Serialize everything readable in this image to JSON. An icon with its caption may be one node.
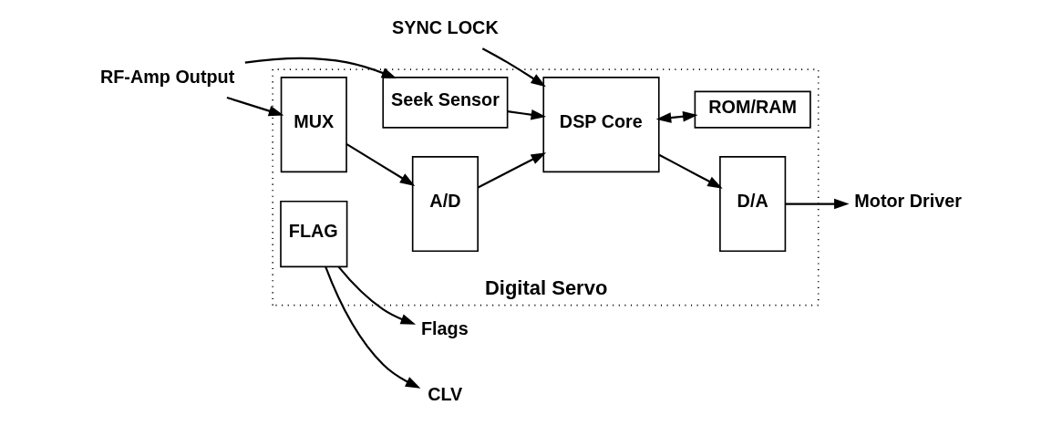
{
  "diagram": {
    "nodes": [
      {
        "text": [
          "Digital Servo"
        ]
      },
      {
        "text": [
          "RF-Amp Output"
        ]
      },
      {
        "text": [
          "MUX"
        ],
        "in": 0
      },
      {
        "text": [
          "A/D"
        ],
        "in": 0
      },
      {
        "text": [
          "DSP Core"
        ],
        "in": 0
      },
      {
        "text": [
          "D/A"
        ],
        "in": 0
      },
      {
        "text": [
          "Motor Driver"
        ]
      },
      {
        "text": [
          "SYNC LOCK"
        ]
      },
      {
        "text": [
          "Seek Sensor"
        ],
        "in": 0
      },
      {
        "text": [
          "ROM/RAM"
        ],
        "in": 0
      },
      {
        "text": [
          "FLAG"
        ],
        "in": 0
      },
      {
        "text": [
          "Flags"
        ]
      },
      {
        "text": [
          "CLV"
        ]
      }
    ],
    "edges": [
      {
        "from": 1,
        "to": 2,
        "arrow": "to"
      },
      {
        "from": 1,
        "to": 8,
        "arrow": "to"
      },
      {
        "from": 2,
        "to": 3,
        "arrow": "to"
      },
      {
        "from": 3,
        "to": 4,
        "arrow": "to"
      },
      {
        "from": 7,
        "to": 4,
        "arrow": "to"
      },
      {
        "from": 8,
        "to": 4,
        "arrow": "to"
      },
      {
        "from": 4,
        "to": 9,
        "arrow": "both"
      },
      {
        "from": 4,
        "to": 5,
        "arrow": "to"
      },
      {
        "from": 5,
        "to": 6,
        "arrow": "to"
      },
      {
        "from": 10,
        "to": 11,
        "arrow": "to"
      },
      {
        "from": 10,
        "to": 12,
        "arrow": "to"
      }
    ]
  }
}
